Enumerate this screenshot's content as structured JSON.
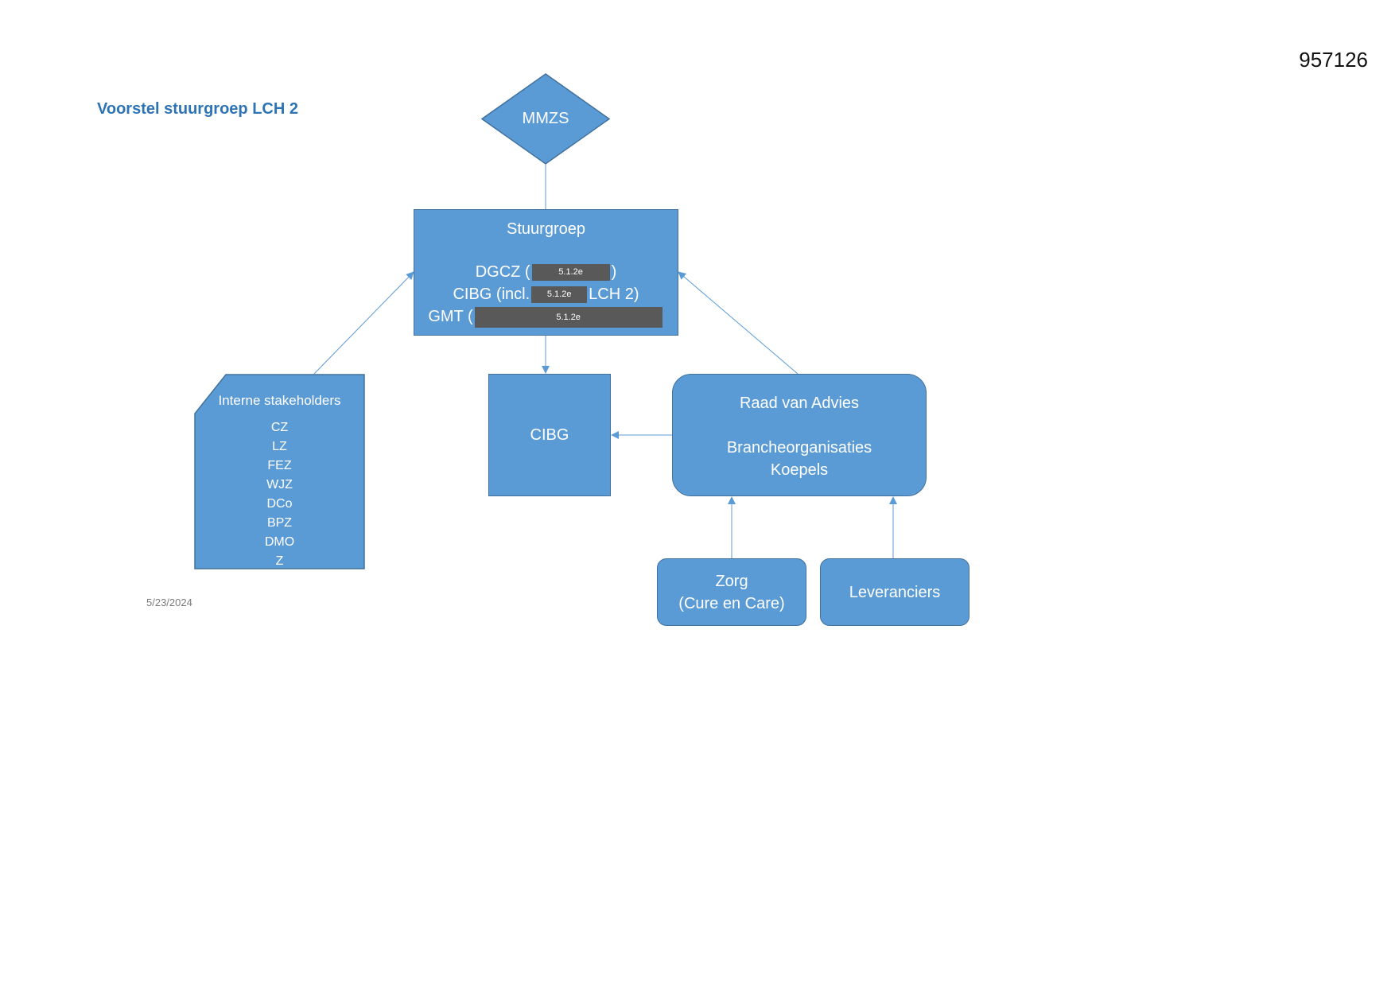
{
  "document": {
    "id_number": "957126",
    "title": "Voorstel stuurgroep LCH 2",
    "date": "5/23/2024"
  },
  "diagram": {
    "top_node": {
      "label": "MMZS"
    },
    "stuurgroep": {
      "title": "Stuurgroep",
      "members": [
        {
          "prefix": "DGCZ (",
          "redaction": "5.1.2e",
          "suffix": ")"
        },
        {
          "prefix": "CIBG (incl.",
          "redaction": "5.1.2e",
          "suffix": "LCH 2)"
        },
        {
          "prefix": "GMT (",
          "redaction": "5.1.2e",
          "suffix": ""
        }
      ]
    },
    "interne_stakeholders": {
      "title": "Interne stakeholders",
      "items": [
        "CZ",
        "LZ",
        "FEZ",
        "WJZ",
        "DCo",
        "BPZ",
        "DMO",
        "Z"
      ]
    },
    "cibg": {
      "label": "CIBG"
    },
    "raad_van_advies": {
      "title": "Raad van Advies",
      "lines": [
        "Brancheorganisaties",
        "Koepels"
      ]
    },
    "zorg": {
      "lines": [
        "Zorg",
        "(Cure en Care)"
      ]
    },
    "leveranciers": {
      "label": "Leveranciers"
    }
  },
  "colors": {
    "node_fill": "#5b9bd5",
    "node_border": "#41719c",
    "connector": "#5b9bd5",
    "title": "#2e74b5",
    "redaction": "#595959"
  }
}
